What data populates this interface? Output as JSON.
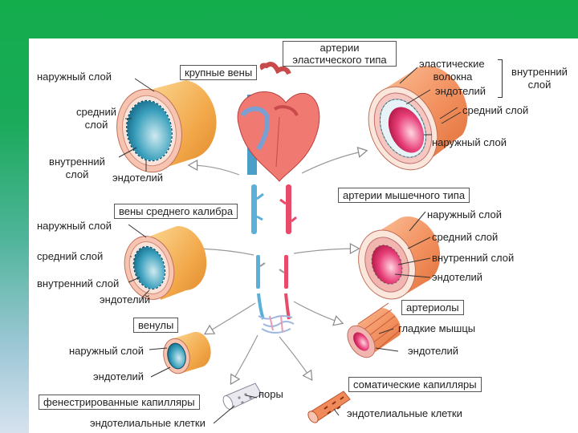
{
  "labels": {
    "large_veins": "крупные вены",
    "elastic_arteries_1": "артерии",
    "elastic_arteries_2": "эластического типа",
    "lv_outer": "наружный слой",
    "lv_middle_1": "средний",
    "lv_middle_2": "слой",
    "lv_inner_1": "внутренний",
    "lv_inner_2": "слой",
    "lv_endo": "эндотелий",
    "ea_fibers_1": "эластические",
    "ea_fibers_2": "волокна",
    "ea_inner_1": "внутренний",
    "ea_inner_2": "слой",
    "ea_endo": "эндотелий",
    "ea_middle": "средний слой",
    "ea_outer": "наружный слой",
    "medium_veins": "вены среднего калибра",
    "mv_outer": "наружный слой",
    "mv_middle": "средний слой",
    "mv_inner": "внутренний слой",
    "mv_endo": "эндотелий",
    "muscular_arteries": "артерии мышечного типа",
    "ma_outer": "наружный слой",
    "ma_middle": "средний слой",
    "ma_inner": "внутренний слой",
    "ma_endo": "эндотелий",
    "venules": "венулы",
    "vn_outer": "наружный слой",
    "vn_endo": "эндотелий",
    "arterioles": "артериолы",
    "ar_smooth": "гладкие мышцы",
    "ar_endo": "эндотелий",
    "pores": "поры",
    "fenestrated": "фенестрированные капилляры",
    "fen_cells": "эндотелиальные клетки",
    "somatic": "соматические капилляры",
    "som_cells": "эндотелиальные клетки"
  },
  "colors": {
    "background_top": "#13ad4c",
    "panel": "#ffffff",
    "vein_outer": "#f2b45a",
    "vein_lumen": "#1f8fae",
    "artery_outer": "#f28a62",
    "artery_lumen": "#e0245c",
    "heart": "#f06a6a"
  }
}
